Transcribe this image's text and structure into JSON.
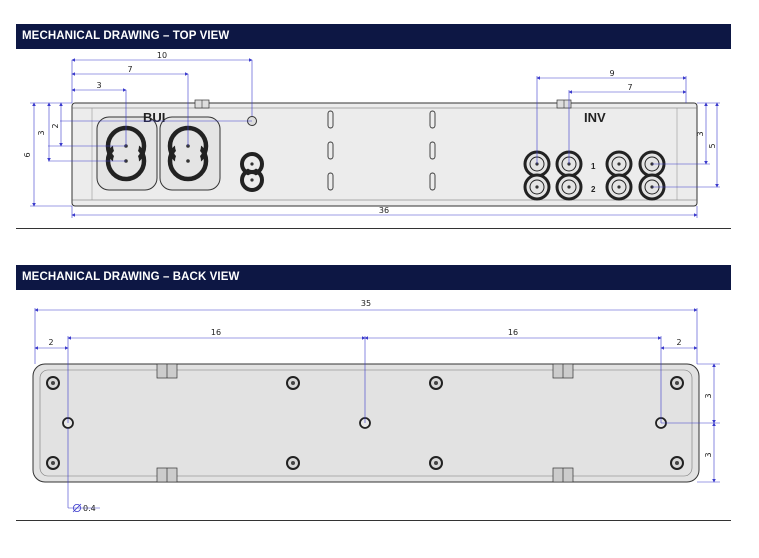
{
  "sections": {
    "top_view": {
      "title": "MECHANICAL DRAWING – TOP VIEW",
      "labels": {
        "bui": "BUI",
        "inv": "INV",
        "row1": "1",
        "row2": "2"
      },
      "dimensions": {
        "d10": "10",
        "d7_left": "7",
        "d3_left": "3",
        "v3": "3",
        "v2": "2",
        "v6": "6",
        "d9": "9",
        "d7_right": "7",
        "v3_right": "3",
        "v5": "5",
        "d36": "36"
      }
    },
    "back_view": {
      "title": "MECHANICAL DRAWING – BACK VIEW",
      "dimensions": {
        "d35": "35",
        "d16_left": "16",
        "d16_right": "16",
        "d2_left": "2",
        "d2_right": "2",
        "v3_top": "3",
        "v3_bottom": "3",
        "diameter": "0.4"
      }
    }
  },
  "colors": {
    "header_bg": "#0d1744",
    "header_text": "#ffffff",
    "dimension_line": "#3a3acc",
    "body_fill": "#e8e8e8",
    "outline": "#333333"
  }
}
